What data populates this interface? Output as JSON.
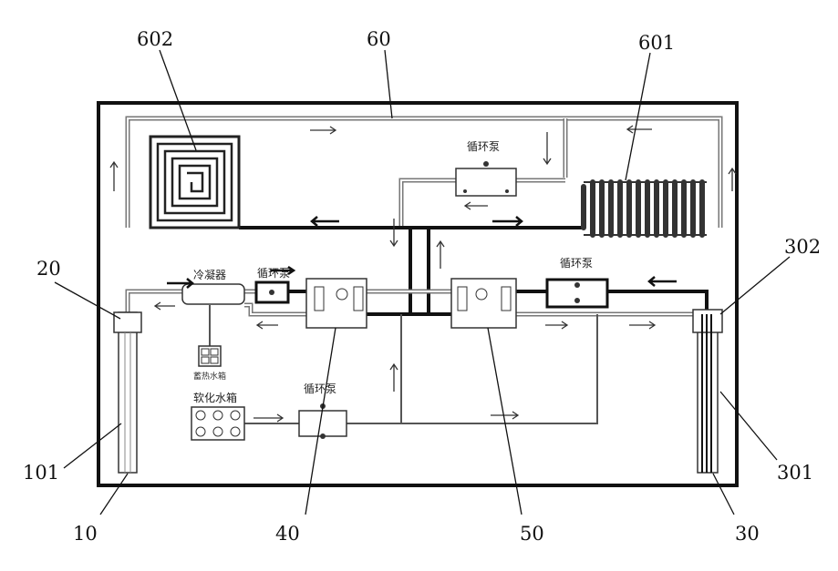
{
  "labels": {
    "l602": "602",
    "l60": "60",
    "l601": "601",
    "l20": "20",
    "l302": "302",
    "l101": "101",
    "l10": "10",
    "l40": "40",
    "l50": "50",
    "l301": "301",
    "l30": "30"
  },
  "components": {
    "pump_top": "循环泵",
    "pump_left": "循环泵",
    "pump_right": "循环泵",
    "pump_bottom": "循环泵",
    "condenser": "冷凝器",
    "softened_tank": "软化水箱",
    "small_tank": "蓄热水箱"
  },
  "colors": {
    "frame": "#111111",
    "pipe": "#555555",
    "main_pipe": "#111111"
  }
}
